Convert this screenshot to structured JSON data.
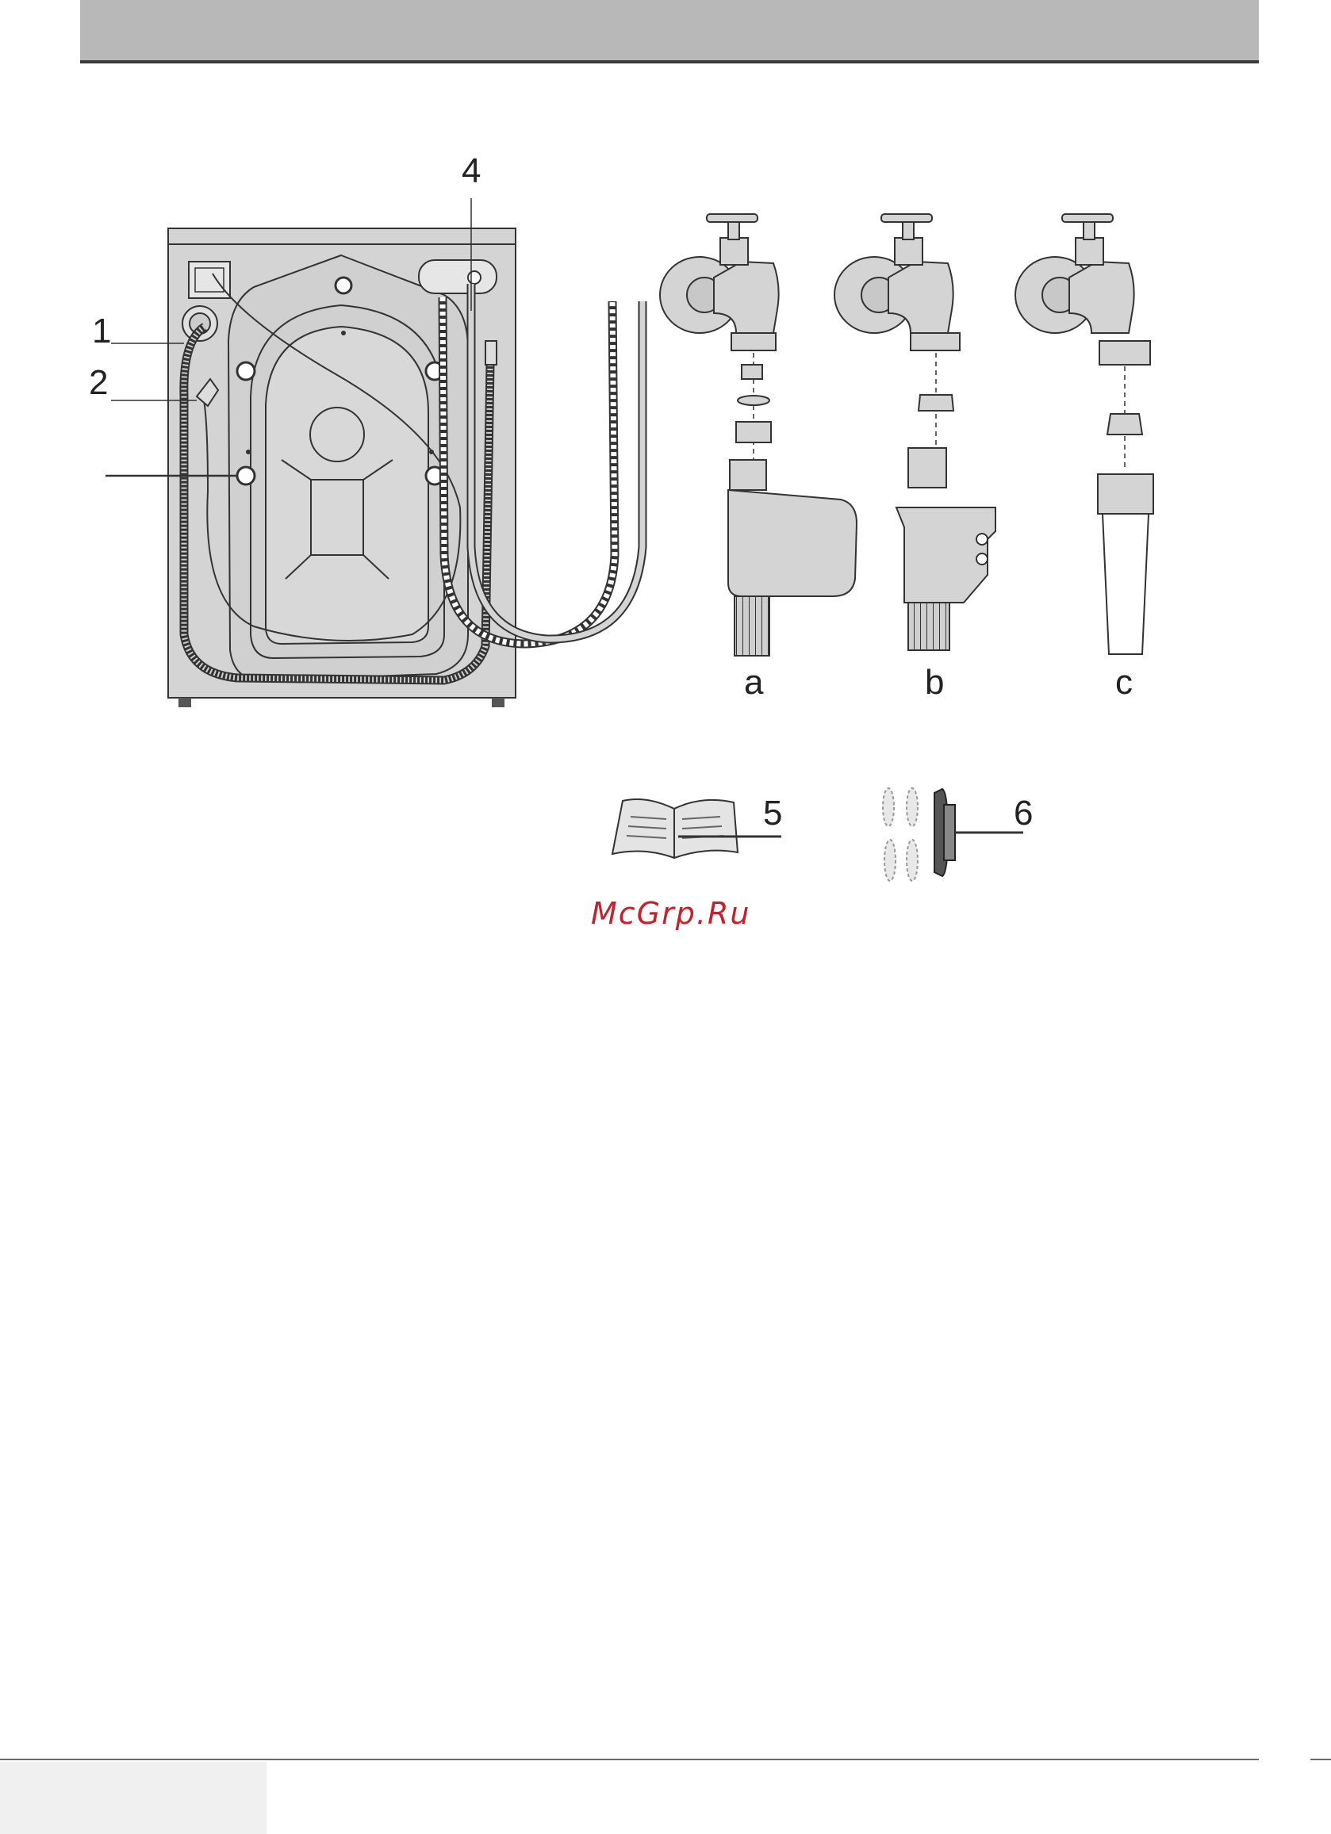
{
  "callouts": {
    "c1": "1",
    "c2": "2",
    "c4": "4",
    "c5": "5",
    "c6": "6"
  },
  "variants": {
    "a": "a",
    "b": "b",
    "c": "c"
  },
  "watermark": "McGrp.Ru",
  "colors": {
    "header": "#b8b8b8",
    "machine": "#d4d4d4",
    "watermark": "#c8202a"
  }
}
